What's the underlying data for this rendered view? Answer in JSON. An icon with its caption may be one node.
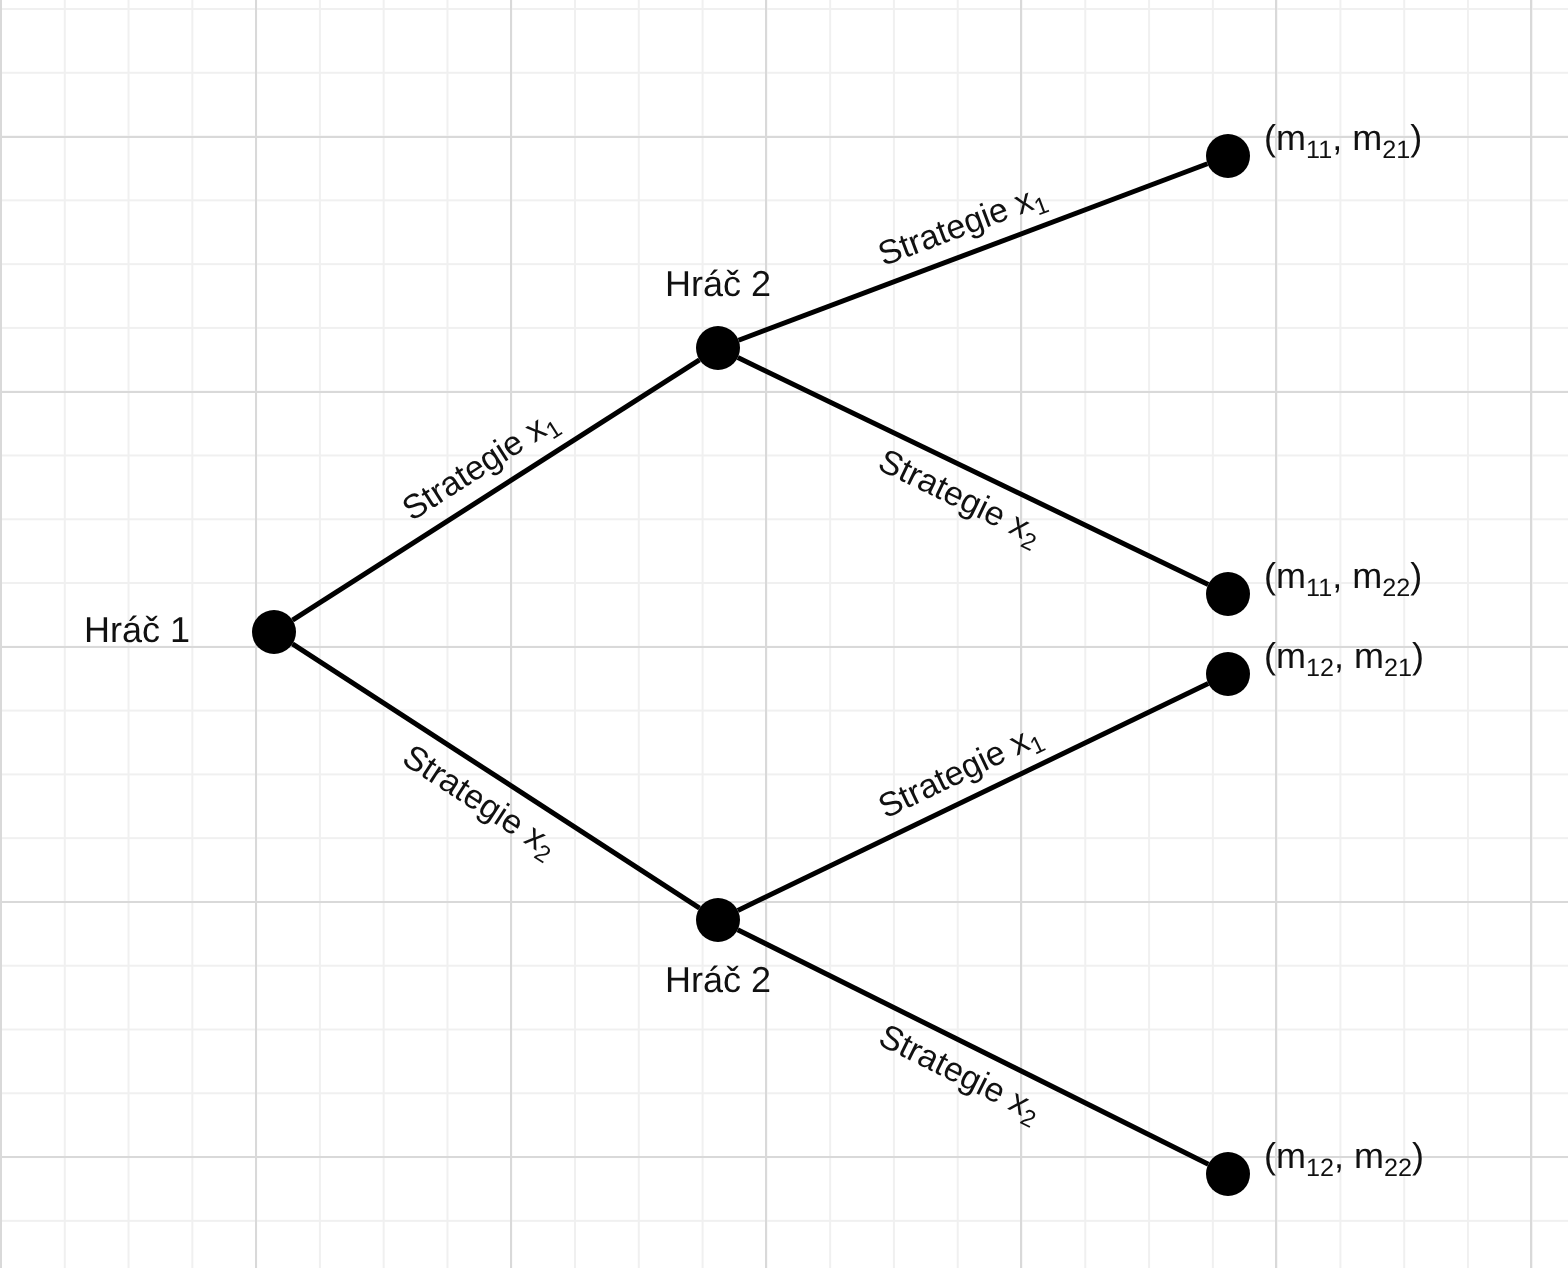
{
  "diagram": {
    "nodes": [
      {
        "text": [
          "Hráč 1"
        ]
      },
      {
        "text": [
          "Hráč 2"
        ]
      },
      {
        "text": [
          "Hráč 2"
        ]
      },
      {
        "text": [
          "(m$_{11}$, m$_{21}$)"
        ]
      },
      {
        "text": [
          "(m$_{11}$, m$_{22}$)"
        ]
      },
      {
        "text": [
          "(m$_{12}$, m$_{21}$)"
        ]
      },
      {
        "text": [
          "(m$_{12}$, m$_{22}$)"
        ]
      }
    ],
    "edges": [
      {
        "from": 0,
        "to": 1,
        "arrow": "none",
        "label": "Strategie x$_{1}$"
      },
      {
        "from": 0,
        "to": 2,
        "arrow": "none",
        "label": "Strategie x$_{2}$"
      },
      {
        "from": 1,
        "to": 3,
        "arrow": "none",
        "label": "Strategie x$_{1}$"
      },
      {
        "from": 1,
        "to": 4,
        "arrow": "none",
        "label": "Strategie x$_{2}$"
      },
      {
        "from": 2,
        "to": 5,
        "arrow": "none",
        "label": "Strategie x$_{1}$"
      },
      {
        "from": 2,
        "to": 6,
        "arrow": "none",
        "label": "Strategie x$_{2}$"
      }
    ]
  }
}
